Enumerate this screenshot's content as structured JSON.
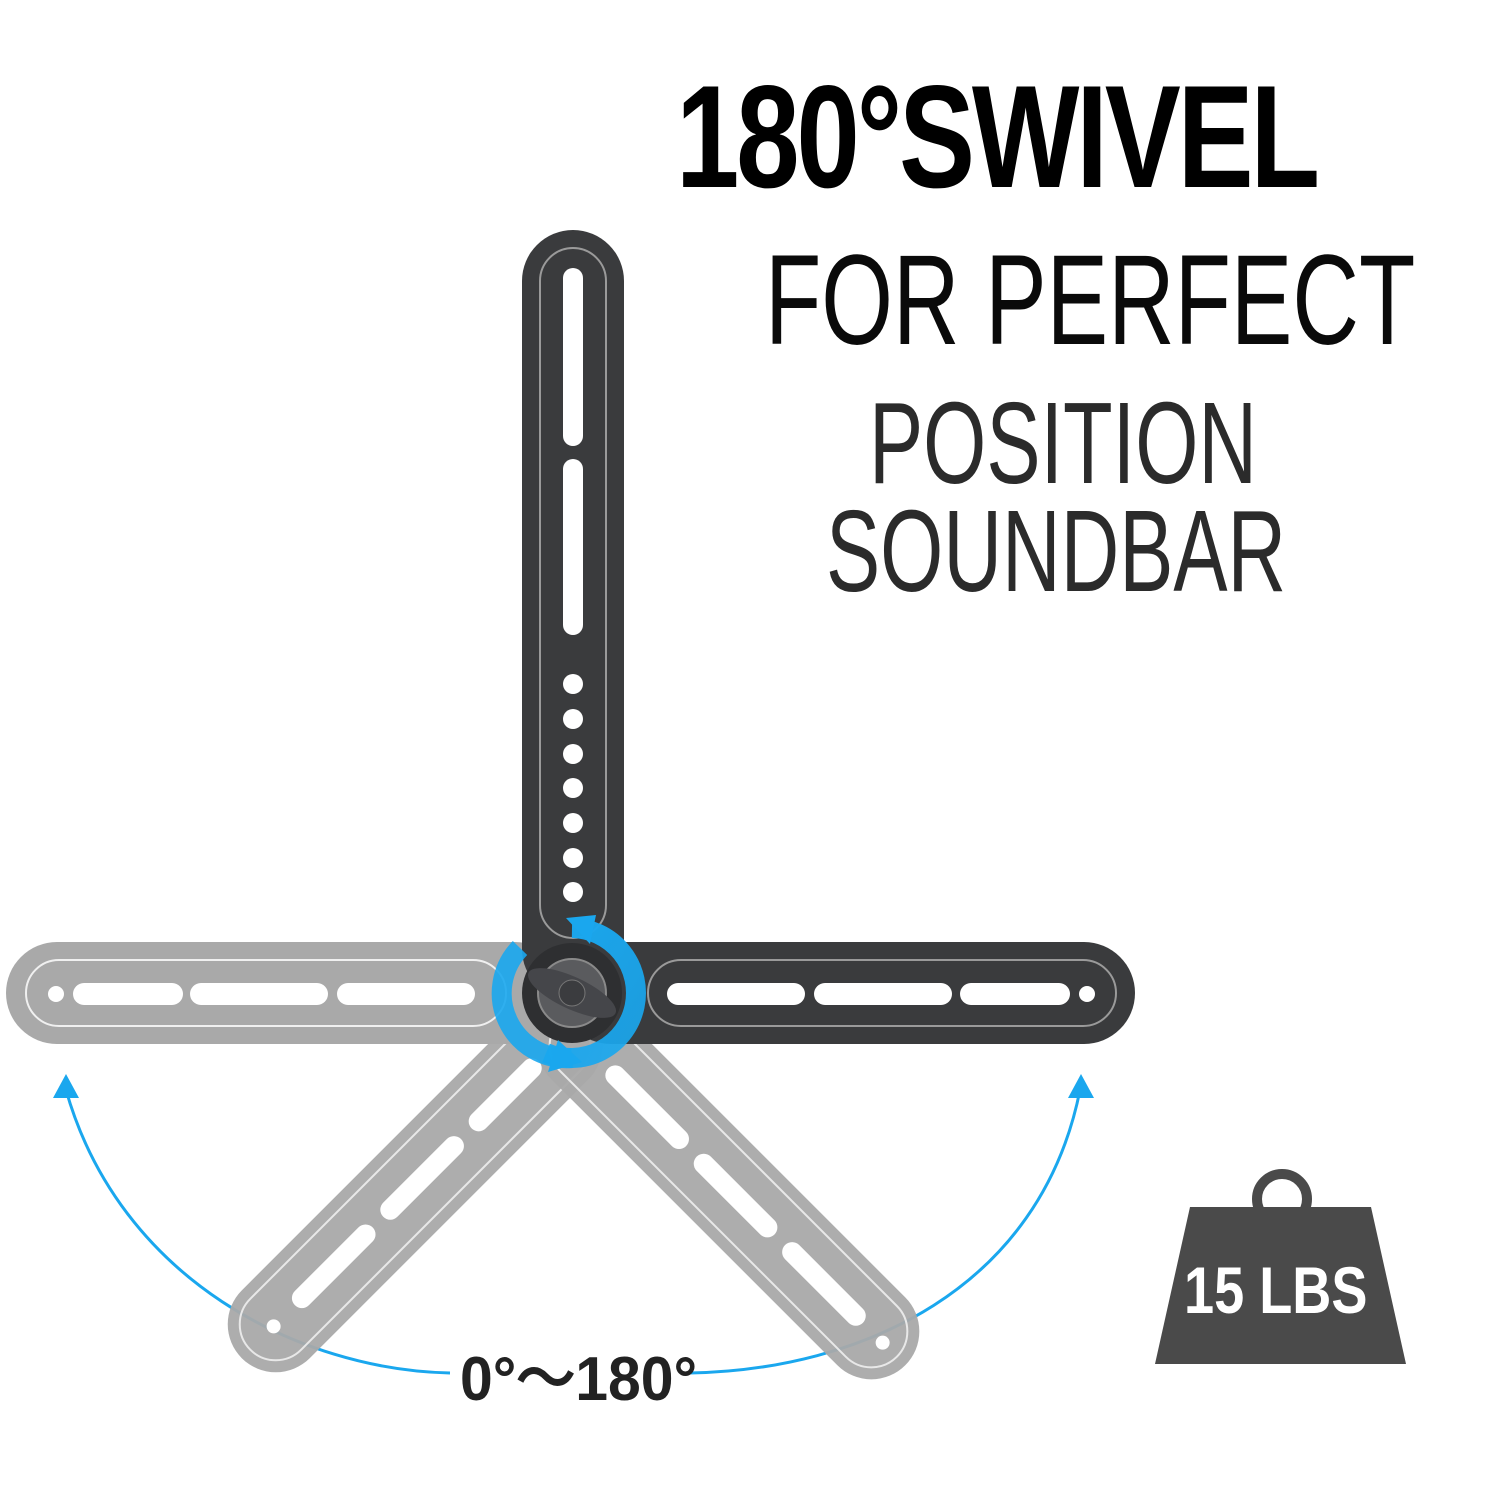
{
  "headline": {
    "line1": "180°SWIVEL",
    "line2": "FOR PERFECT",
    "line3": "POSITION",
    "line4": "SOUNDBAR"
  },
  "swivel_range": {
    "label": "0°～180°"
  },
  "weight_badge": {
    "icon": "weight-icon",
    "label": "15 LBS"
  },
  "icons": {
    "rotate": "rotate-arrows-icon",
    "arc_arrow_left": "arrow-up-icon",
    "arc_arrow_right": "arrow-up-icon",
    "knob": "thumb-screw-knob-icon"
  },
  "colors": {
    "accent_blue": "#1aa7ee",
    "bracket_dark": "#3a3b3d",
    "bracket_ghost": "#a9a9a9",
    "weight_gray": "#4a4a4a",
    "text_black": "#000000"
  }
}
